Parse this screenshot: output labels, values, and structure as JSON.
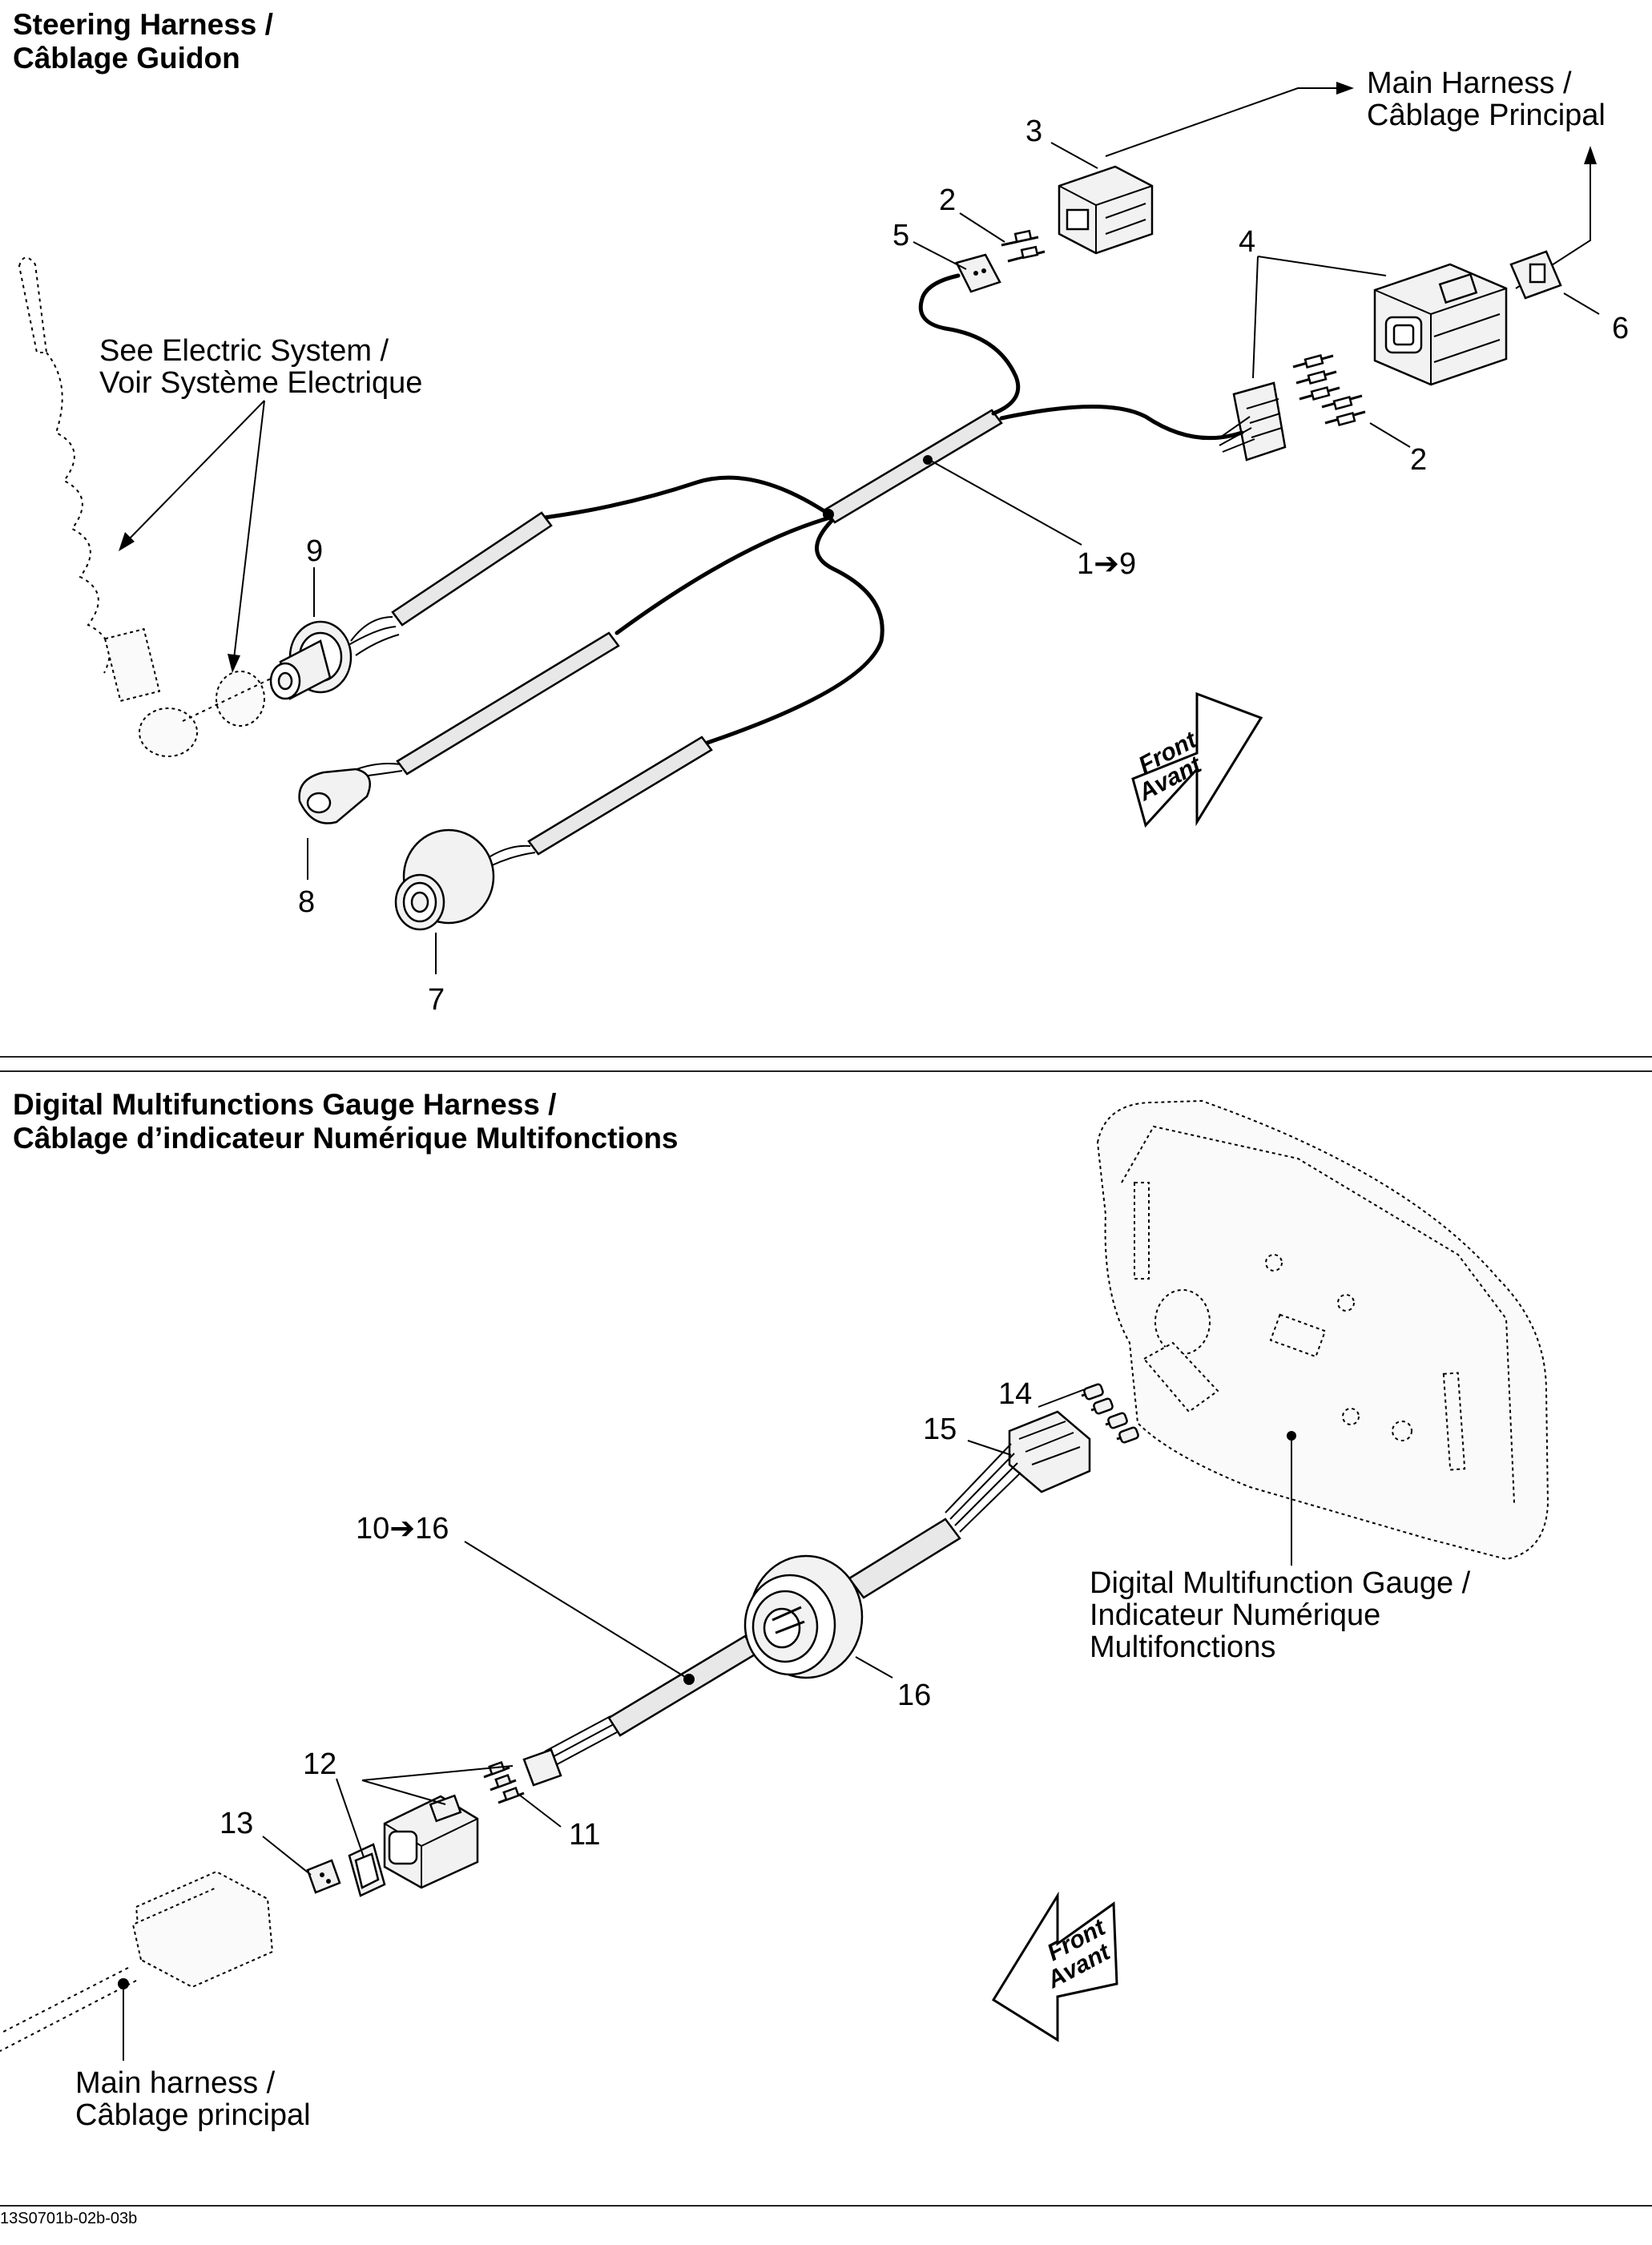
{
  "top": {
    "title_en": "Steering Harness /",
    "title_fr": "Câblage Guidon",
    "callouts": {
      "main_harness_en": "Main Harness  /",
      "main_harness_fr": "Câblage Principal",
      "see_electric_en": "See Electric System /",
      "see_electric_fr": "Voir Système Electrique",
      "range": "1➔9",
      "front_en": "Front",
      "front_fr": "Avant"
    },
    "part_numbers": {
      "p2a": "2",
      "p2b": "2",
      "p3": "3",
      "p4": "4",
      "p5": "5",
      "p6": "6",
      "p7": "7",
      "p8": "8",
      "p9": "9"
    }
  },
  "bottom": {
    "title_en": "Digital Multifunctions Gauge Harness /",
    "title_fr": "Câblage d’indicateur Numérique Multifonctions",
    "callouts": {
      "gauge_en": "Digital Multifunction Gauge /",
      "gauge_fr1": "Indicateur Numérique",
      "gauge_fr2": "Multifonctions",
      "main_harness_en": "Main harness /",
      "main_harness_fr": "Câblage principal",
      "range": "10➔16",
      "front_en": "Front",
      "front_fr": "Avant"
    },
    "part_numbers": {
      "p11": "11",
      "p12": "12",
      "p13": "13",
      "p14": "14",
      "p15": "15",
      "p16": "16"
    }
  },
  "footer": {
    "code": "13S0701b-02b-03b"
  }
}
